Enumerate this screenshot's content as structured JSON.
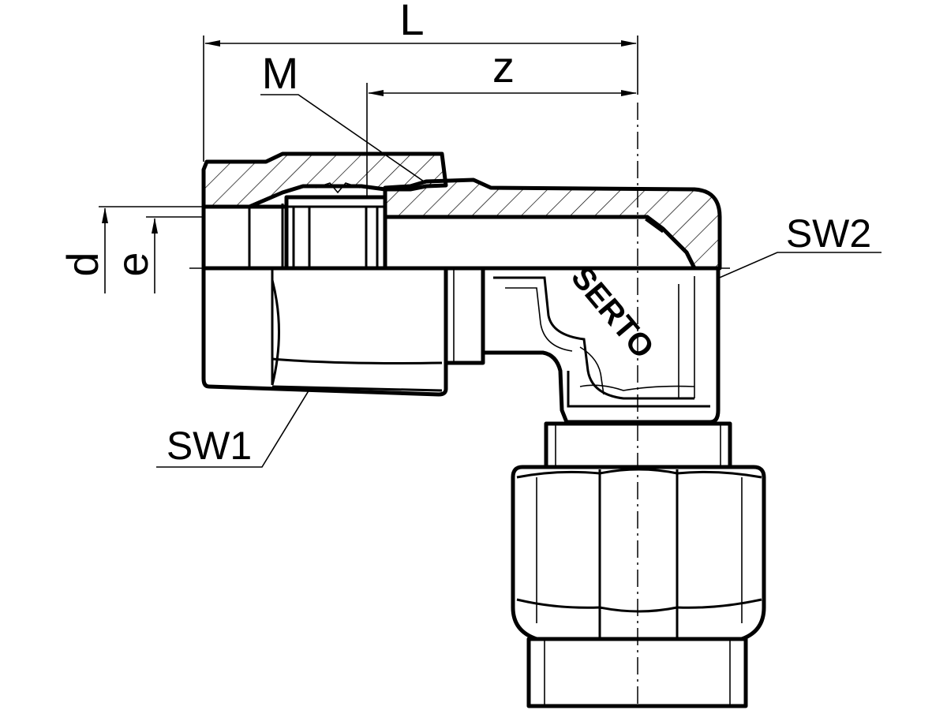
{
  "dimensions": {
    "overall_length": "L",
    "thread": "M",
    "offset": "z",
    "tube_outer": "d",
    "tube_inner": "e"
  },
  "wrench_sizes": {
    "nut": "SW1",
    "body": "SW2"
  },
  "body_marking": "SERTO"
}
